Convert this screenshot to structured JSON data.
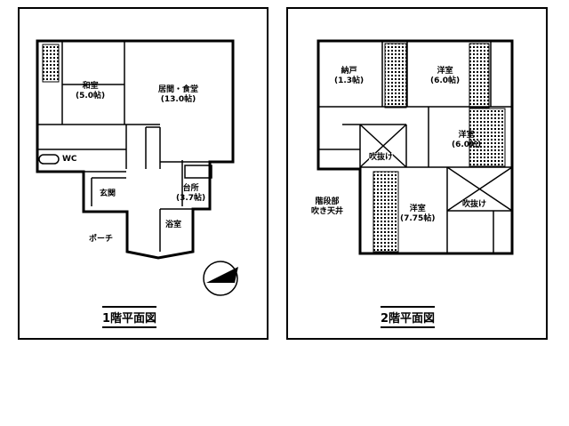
{
  "floor1": {
    "title": "1階平面図",
    "rooms": [
      {
        "name": "和室",
        "size": "(5.0帖)"
      },
      {
        "name": "居間・食堂",
        "size": "(13.0帖)"
      },
      {
        "name": "台所",
        "size": "(3.7帖)"
      },
      {
        "name": "WC"
      },
      {
        "name": "玄関"
      },
      {
        "name": "浴室"
      },
      {
        "name": "ポーチ"
      }
    ],
    "compass": "N"
  },
  "floor2": {
    "title": "2階平面図",
    "rooms": [
      {
        "name": "納戸",
        "size": "(1.3帖)"
      },
      {
        "name": "洋室",
        "size": "(6.0帖)"
      },
      {
        "name": "洋室",
        "size": "(6.0帖)"
      },
      {
        "name": "吹抜け"
      },
      {
        "name": "洋室",
        "size": "(7.75帖)"
      },
      {
        "name": "吹抜け"
      },
      {
        "name": "階段部\n吹き天井"
      }
    ]
  }
}
